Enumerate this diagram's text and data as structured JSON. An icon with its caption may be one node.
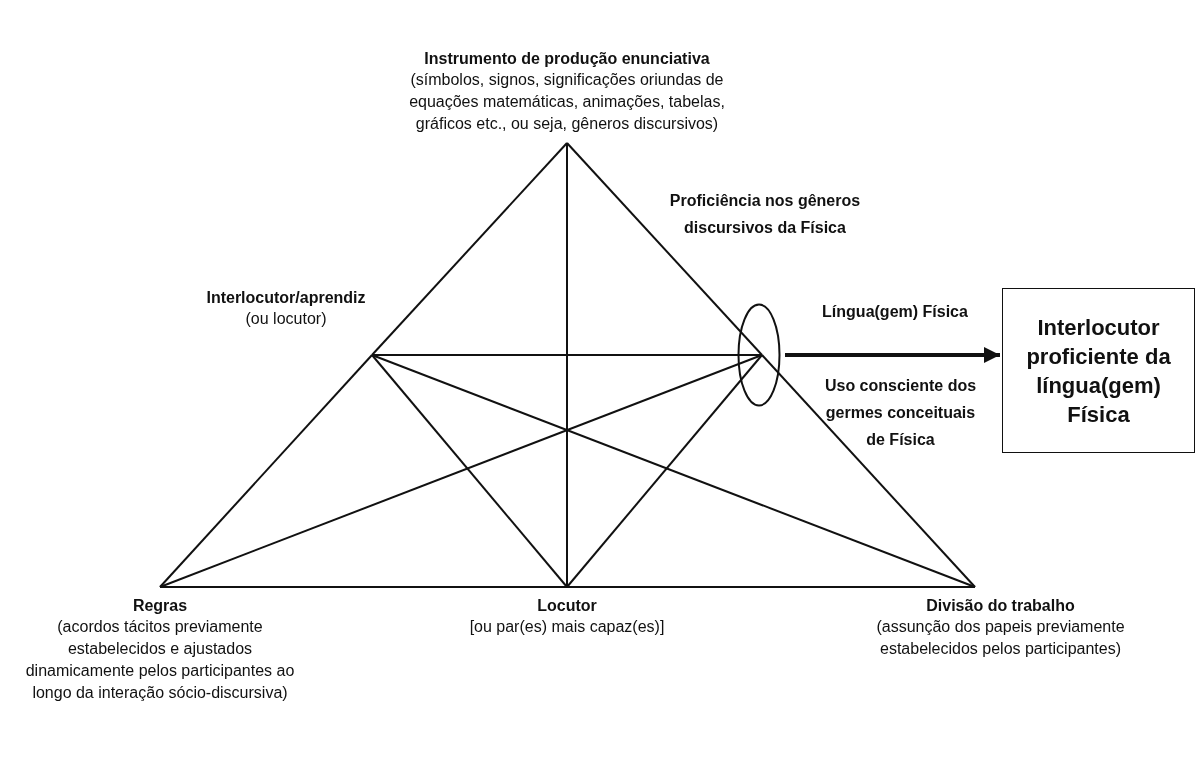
{
  "diagram": {
    "nodes": [
      {
        "text": [
          "Instrumento de produção enunciativa",
          "(símbolos, signos, significações oriundas de equações matemáticas, animações, tabelas, gráficos etc., ou seja, gêneros discursivos)"
        ]
      },
      {
        "text": [],
        "shape": "ellipse"
      },
      {
        "text": [
          "Interlocutor/aprendiz",
          "(ou locutor)"
        ]
      },
      {
        "text": [
          "Interlocutor proficiente da língua(gem) Física"
        ]
      },
      {
        "text": [
          "Regras",
          "(acordos tácitos previamente estabelecidos e ajustados dinamicamente pelos participantes ao longo da interação sócio-discursiva)"
        ]
      },
      {
        "text": [
          "Locutor",
          "[ou par(es) mais capaz(es)]"
        ]
      },
      {
        "text": [
          "Divisão do trabalho",
          "(assunção dos papeis previamente estabelecidos pelos participantes)"
        ]
      }
    ],
    "edges": [
      {
        "from": 0,
        "to": 2,
        "arrow": "none"
      },
      {
        "from": 2,
        "to": 4,
        "arrow": "none"
      },
      {
        "from": 0,
        "to": 1,
        "arrow": "none"
      },
      {
        "from": 1,
        "to": 6,
        "arrow": "none"
      },
      {
        "from": 4,
        "to": 5,
        "arrow": "none"
      },
      {
        "from": 5,
        "to": 6,
        "arrow": "none"
      },
      {
        "from": 0,
        "to": 5,
        "arrow": "none"
      },
      {
        "from": 2,
        "to": 1,
        "arrow": "none"
      },
      {
        "from": 2,
        "to": 5,
        "arrow": "none"
      },
      {
        "from": 2,
        "to": 6,
        "arrow": "none"
      },
      {
        "from": 4,
        "to": 1,
        "arrow": "none"
      },
      {
        "from": 5,
        "to": 1,
        "arrow": "none"
      },
      {
        "from": 1,
        "to": 3,
        "arrow": "to",
        "label": "Língua(gem) Física",
        "style": "thick"
      }
    ],
    "labels": [
      "Proficiência nos gêneros discursivos da Física",
      "Uso consciente dos germes conceituais de Física"
    ]
  }
}
